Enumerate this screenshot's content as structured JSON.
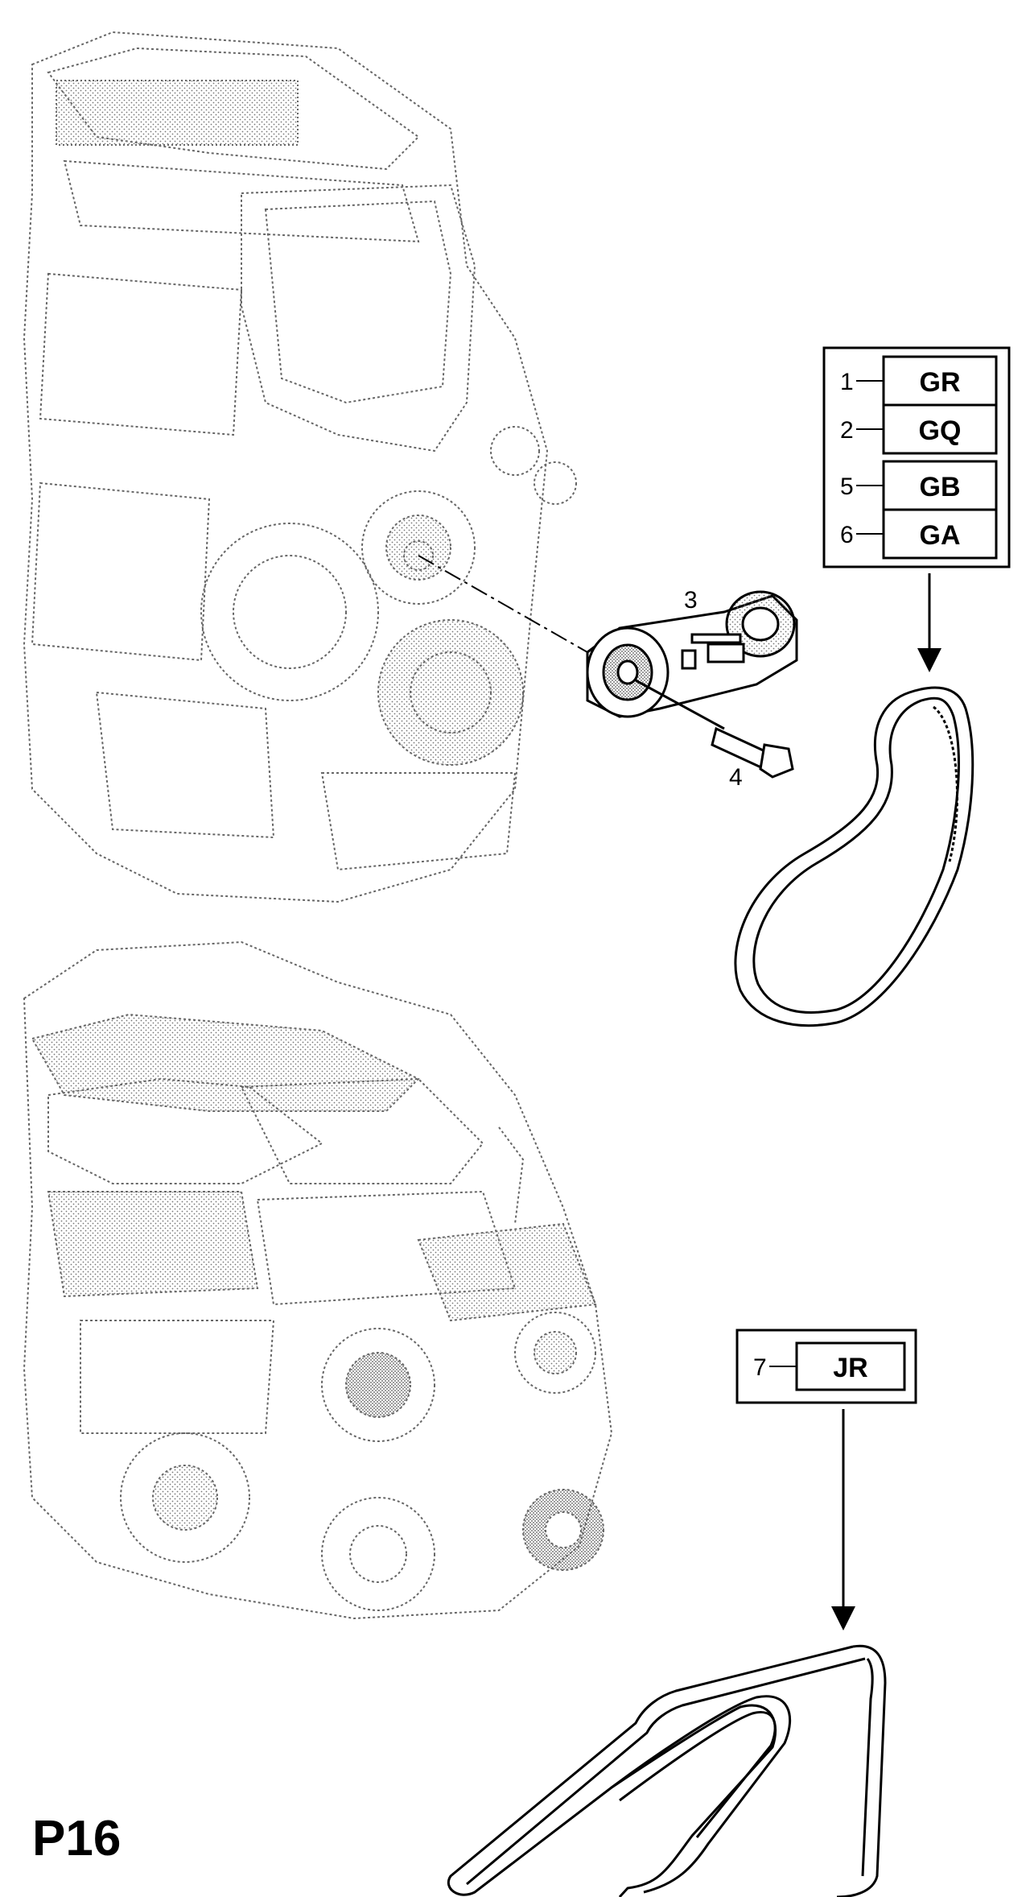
{
  "page_label": "P16",
  "upper_group": {
    "rows": [
      {
        "number": "1",
        "code": "GR"
      },
      {
        "number": "2",
        "code": "GQ"
      },
      {
        "number": "5",
        "code": "GB"
      },
      {
        "number": "6",
        "code": "GA"
      }
    ]
  },
  "lower_group": {
    "rows": [
      {
        "number": "7",
        "code": "JR"
      }
    ]
  },
  "callouts": {
    "tensioner": "3",
    "bolt": "4"
  }
}
